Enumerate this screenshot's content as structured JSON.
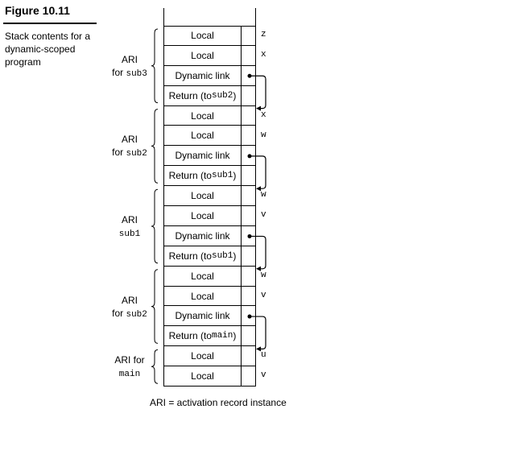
{
  "figure": {
    "title": "Figure 10.11",
    "caption": "Stack contents for a dynamic-scoped program"
  },
  "legend": "ARI = activation record instance",
  "records": [
    {
      "label_top": "ARI",
      "label_prefix": "for ",
      "label_code": "sub3",
      "rows": [
        {
          "text": "Local",
          "var": "z"
        },
        {
          "text": "Local",
          "var": "x"
        },
        {
          "text": "Dynamic link",
          "var": ""
        },
        {
          "text": "Return (to ",
          "code": "sub2",
          "suffix": ")",
          "var": ""
        }
      ]
    },
    {
      "label_top": "ARI",
      "label_prefix": "for ",
      "label_code": "sub2",
      "rows": [
        {
          "text": "Local",
          "var": "x"
        },
        {
          "text": "Local",
          "var": "w"
        },
        {
          "text": "Dynamic link",
          "var": ""
        },
        {
          "text": "Return (to ",
          "code": "sub1",
          "suffix": ")",
          "var": ""
        }
      ]
    },
    {
      "label_top": "ARI",
      "label_prefix": "",
      "label_code": "sub1",
      "rows": [
        {
          "text": "Local",
          "var": "w"
        },
        {
          "text": "Local",
          "var": "v"
        },
        {
          "text": "Dynamic link",
          "var": ""
        },
        {
          "text": "Return (to ",
          "code": "sub1",
          "suffix": ")",
          "var": ""
        }
      ]
    },
    {
      "label_top": "ARI",
      "label_prefix": "for ",
      "label_code": "sub2",
      "rows": [
        {
          "text": "Local",
          "var": "w"
        },
        {
          "text": "Local",
          "var": "v"
        },
        {
          "text": "Dynamic link",
          "var": ""
        },
        {
          "text": "Return (to ",
          "code": "main",
          "suffix": ")",
          "var": ""
        }
      ]
    },
    {
      "label_top": "ARI for",
      "label_prefix": "",
      "label_code": "main",
      "rows": [
        {
          "text": "Local",
          "var": "u"
        },
        {
          "text": "Local",
          "var": "v"
        }
      ]
    }
  ]
}
